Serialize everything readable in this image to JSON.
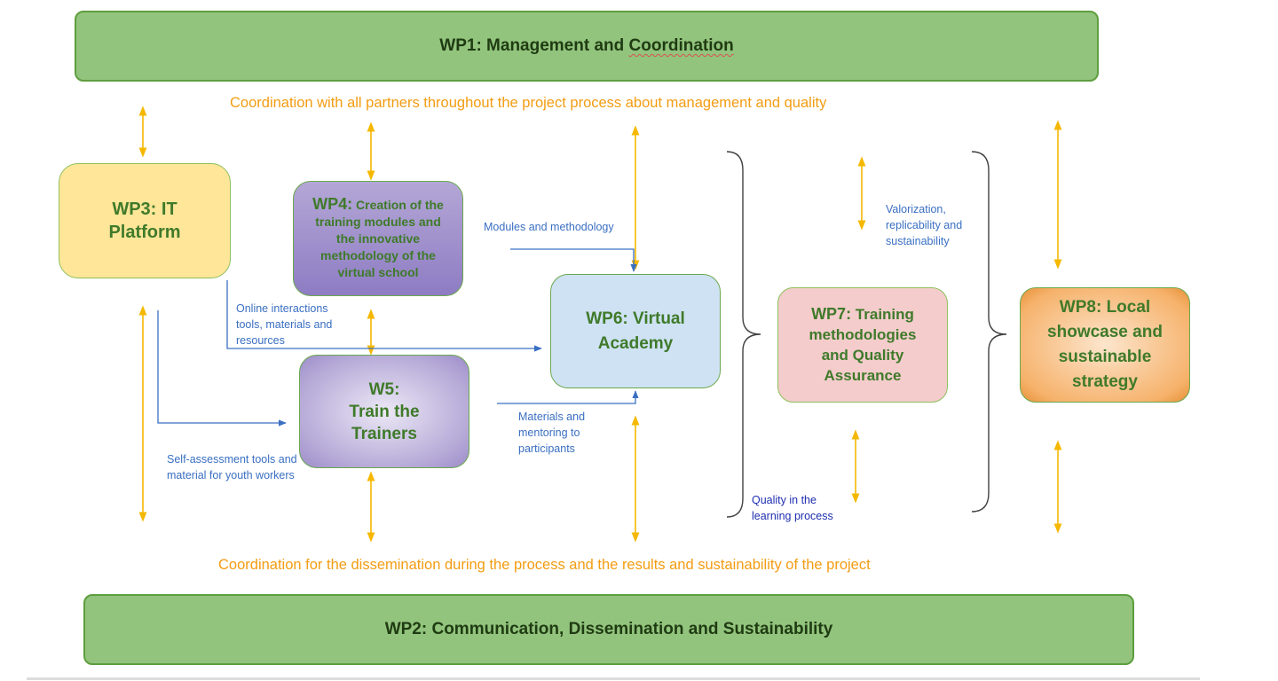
{
  "wp1": {
    "prefix": "WP1: Management and ",
    "suffix": "Coordination"
  },
  "wp2": "WP2: Communication, Dissemination and Sustainability",
  "wp3": "WP3: IT Platform",
  "wp4": {
    "head": "WP4:",
    "rest": "Creation of the training modules and the innovative methodology of the virtual school"
  },
  "wp5": {
    "line1": "W5:",
    "line2": "Train the",
    "line3": "Trainers"
  },
  "wp6": "WP6: Virtual Academy",
  "wp7": {
    "head": "WP7:",
    "rest": "Training methodologies and Quality Assurance"
  },
  "wp8": "WP8: Local showcase and sustainable strategy",
  "top_caption": "Coordination with all partners throughout the project process about management and quality",
  "bottom_caption": "Coordination for the dissemination during the process and the results and sustainability  of the project",
  "notes": {
    "modules": "Modules  and methodology",
    "online_1": "Online interactions",
    "online_2": "tools, materials and",
    "online_3": "resources",
    "materials_1": "Materials and",
    "materials_2": "mentoring to",
    "materials_3": "participants",
    "self_1": "Self-assessment tools and",
    "self_2": "material for youth workers",
    "valor_1": "Valorization,",
    "valor_2": "replicability and",
    "valor_3": "sustainability",
    "quality_1": "Quality in the",
    "quality_2": "learning process"
  },
  "colors": {
    "arrow_orange": "#f5b800",
    "arrow_blue": "#3a6fc2",
    "caption_orange": "#f39c12",
    "wp_green": "#92c47d"
  }
}
